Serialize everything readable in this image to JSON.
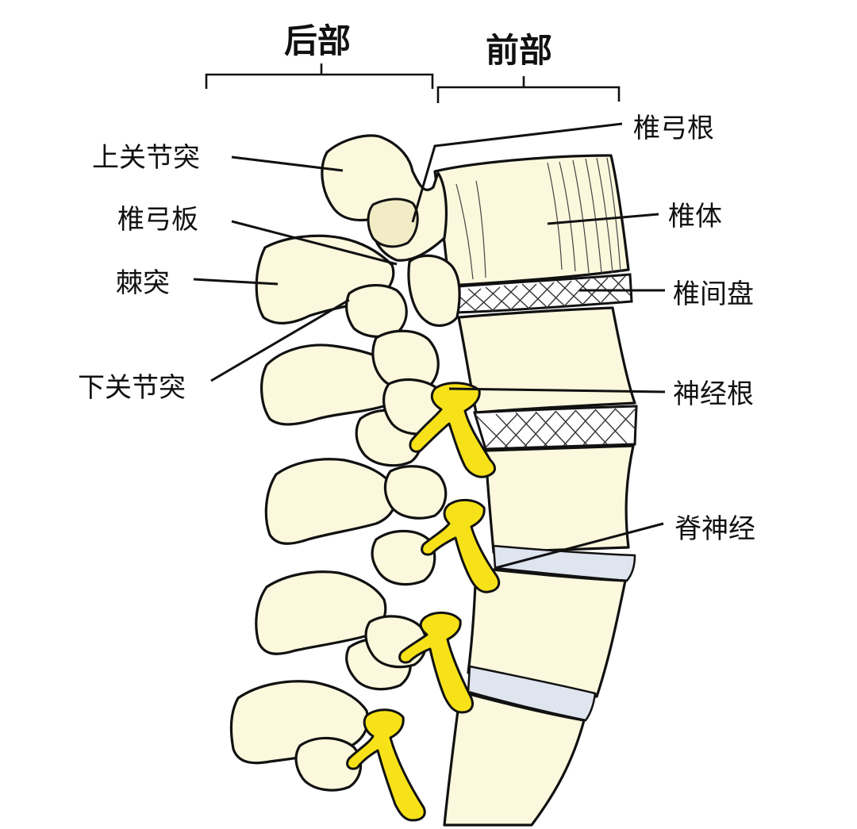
{
  "headers": {
    "posterior": "后部",
    "anterior": "前部"
  },
  "labels": {
    "superior_articular_process": "上关节突",
    "lamina": "椎弓板",
    "spinous_process": "棘突",
    "inferior_articular_process": "下关节突",
    "pedicle": "椎弓根",
    "vertebral_body": "椎体",
    "intervertebral_disc": "椎间盘",
    "nerve_root": "神经根",
    "spinal_nerve": "脊神经"
  },
  "colors": {
    "bone": "#fbf8dd",
    "nerve": "#f7e21a",
    "outline": "#111111",
    "background": "#ffffff"
  }
}
